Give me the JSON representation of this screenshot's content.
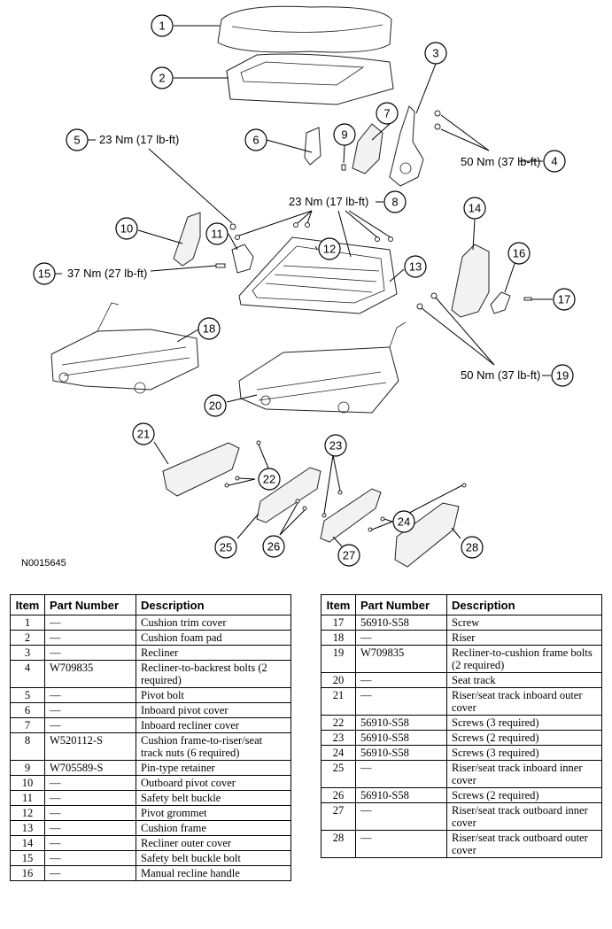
{
  "figure_id": "N0015645",
  "callouts": [
    "1",
    "2",
    "3",
    "4",
    "5",
    "6",
    "7",
    "8",
    "9",
    "10",
    "11",
    "12",
    "13",
    "14",
    "15",
    "16",
    "17",
    "18",
    "19",
    "20",
    "21",
    "22",
    "23",
    "24",
    "25",
    "26",
    "27",
    "28"
  ],
  "torques": {
    "t5": "23 Nm (17 lb-ft)",
    "t4": "50 Nm (37 lb-ft)",
    "t8": "23 Nm (17 lb-ft)",
    "t15": "37 Nm (27 lb-ft)",
    "t19": "50 Nm (37 lb-ft)"
  },
  "table": {
    "headers": {
      "item": "Item",
      "part": "Part Number",
      "desc": "Description"
    },
    "left": [
      {
        "item": "1",
        "part": "—",
        "desc": "Cushion trim cover"
      },
      {
        "item": "2",
        "part": "—",
        "desc": "Cushion foam pad"
      },
      {
        "item": "3",
        "part": "—",
        "desc": "Recliner"
      },
      {
        "item": "4",
        "part": "W709835",
        "desc": "Recliner-to-backrest bolts (2 required)"
      },
      {
        "item": "5",
        "part": "—",
        "desc": "Pivot bolt"
      },
      {
        "item": "6",
        "part": "—",
        "desc": "Inboard pivot cover"
      },
      {
        "item": "7",
        "part": "—",
        "desc": "Inboard recliner cover"
      },
      {
        "item": "8",
        "part": "W520112-S",
        "desc": "Cushion frame-to-riser/seat track nuts (6 required)"
      },
      {
        "item": "9",
        "part": "W705589-S",
        "desc": "Pin-type retainer"
      },
      {
        "item": "10",
        "part": "—",
        "desc": "Outboard pivot cover"
      },
      {
        "item": "11",
        "part": "—",
        "desc": "Safety belt buckle"
      },
      {
        "item": "12",
        "part": "—",
        "desc": "Pivot grommet"
      },
      {
        "item": "13",
        "part": "—",
        "desc": "Cushion frame"
      },
      {
        "item": "14",
        "part": "—",
        "desc": "Recliner outer cover"
      },
      {
        "item": "15",
        "part": "—",
        "desc": "Safety belt buckle bolt"
      },
      {
        "item": "16",
        "part": "—",
        "desc": "Manual recline handle"
      }
    ],
    "right": [
      {
        "item": "17",
        "part": "56910-S58",
        "desc": "Screw"
      },
      {
        "item": "18",
        "part": "—",
        "desc": "Riser"
      },
      {
        "item": "19",
        "part": "W709835",
        "desc": "Recliner-to-cushion frame bolts (2 required)"
      },
      {
        "item": "20",
        "part": "—",
        "desc": "Seat track"
      },
      {
        "item": "21",
        "part": "—",
        "desc": "Riser/seat track inboard outer cover"
      },
      {
        "item": "22",
        "part": "56910-S58",
        "desc": "Screws (3 required)"
      },
      {
        "item": "23",
        "part": "56910-S58",
        "desc": "Screws (2 required)"
      },
      {
        "item": "24",
        "part": "56910-S58",
        "desc": "Screws (3 required)"
      },
      {
        "item": "25",
        "part": "—",
        "desc": "Riser/seat track inboard inner cover"
      },
      {
        "item": "26",
        "part": "56910-S58",
        "desc": "Screws (2 required)"
      },
      {
        "item": "27",
        "part": "—",
        "desc": "Riser/seat track outboard inner cover"
      },
      {
        "item": "28",
        "part": "—",
        "desc": "Riser/seat track outboard outer cover"
      }
    ]
  }
}
